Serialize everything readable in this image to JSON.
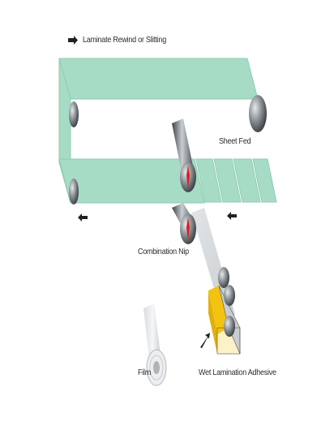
{
  "labels": {
    "rewind": "Laminate Rewind or Slitting",
    "sheet_fed": "Sheet Fed",
    "nip": "Combination Nip",
    "film": "Film",
    "adhesive": "Wet Lamination Adhesive"
  },
  "colors": {
    "web": "#a6dcc5",
    "web_edge": "#8ecdb2",
    "roller_dark": "#4a4e52",
    "roller_light": "#dfe3e6",
    "adhesive_tray": "#f2c311",
    "nip_mark": "#e11b22",
    "arrow": "#222222"
  },
  "icons": [
    "right-arrow-icon",
    "left-arrow-icon",
    "pointer-arrow-icon"
  ]
}
